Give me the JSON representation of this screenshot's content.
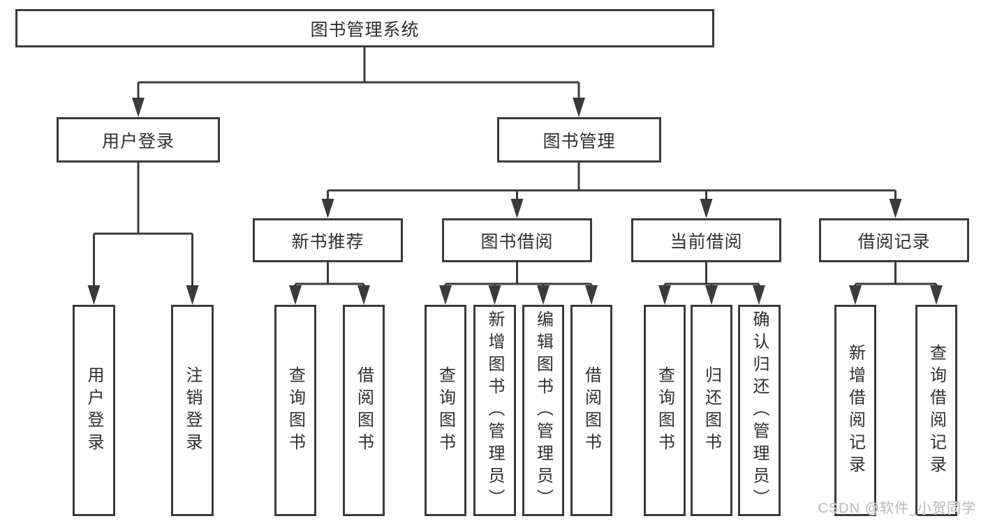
{
  "tree": {
    "label": "图书管理系统",
    "children": [
      {
        "label": "用户登录",
        "children": [
          {
            "label": "用户登录"
          },
          {
            "label": "注销登录"
          }
        ]
      },
      {
        "label": "图书管理",
        "children": [
          {
            "label": "新书推荐",
            "children": [
              {
                "label": "查询图书"
              },
              {
                "label": "借阅图书"
              }
            ]
          },
          {
            "label": "图书借阅",
            "children": [
              {
                "label": "查询图书"
              },
              {
                "label": "新增图书（管理员）"
              },
              {
                "label": "编辑图书（管理员）"
              },
              {
                "label": "借阅图书"
              }
            ]
          },
          {
            "label": "当前借阅",
            "children": [
              {
                "label": "查询图书"
              },
              {
                "label": "归还图书"
              },
              {
                "label": "确认归还（管理员）"
              }
            ]
          },
          {
            "label": "借阅记录",
            "children": [
              {
                "label": "新增借阅记录"
              },
              {
                "label": "查询借阅记录"
              }
            ]
          }
        ]
      }
    ]
  },
  "watermark": {
    "text": "CSDN @软件_小贺同学"
  },
  "colors": {
    "line": "#3a3a3a",
    "text": "#2f2f2f",
    "box_background": "#ffffff",
    "watermark": "#bcbcbc"
  }
}
